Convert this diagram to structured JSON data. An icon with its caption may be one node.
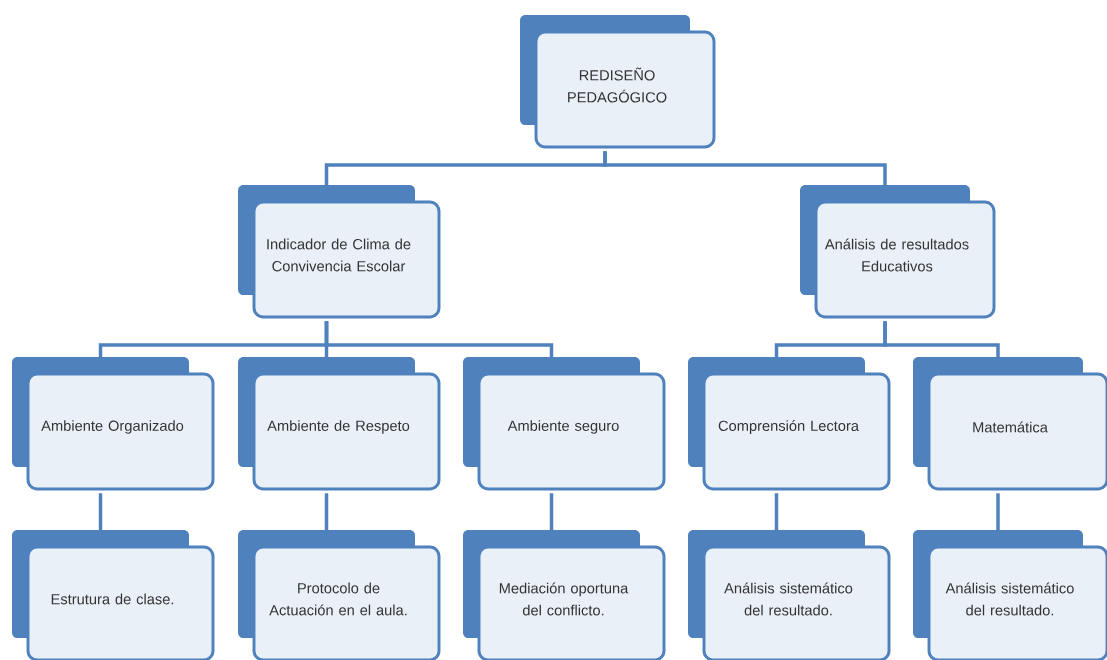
{
  "diagram": {
    "nodes": [
      {
        "text": [
          "REDISEÑO PEDAGÓGICO"
        ]
      },
      {
        "text": [
          "Indicador de Clima de Convivencia Escolar"
        ]
      },
      {
        "text": [
          "Análisis de resultados Educativos"
        ]
      },
      {
        "text": [
          "Ambiente Organizado"
        ]
      },
      {
        "text": [
          "Ambiente de Respeto"
        ]
      },
      {
        "text": [
          "Ambiente seguro"
        ]
      },
      {
        "text": [
          "Comprensión Lectora"
        ]
      },
      {
        "text": [
          "Matemática"
        ]
      },
      {
        "text": [
          "Estrutura de clase."
        ]
      },
      {
        "text": [
          "Protocolo de Actuación en el aula."
        ]
      },
      {
        "text": [
          "Mediación oportuna del conflicto."
        ]
      },
      {
        "text": [
          "Análisis sistemático del resultado."
        ]
      },
      {
        "text": [
          "Análisis sistemático del resultado."
        ]
      }
    ],
    "edges": [
      {
        "from": 0,
        "to": 1,
        "arrow": "none"
      },
      {
        "from": 0,
        "to": 2,
        "arrow": "none"
      },
      {
        "from": 1,
        "to": 3,
        "arrow": "none"
      },
      {
        "from": 1,
        "to": 4,
        "arrow": "none"
      },
      {
        "from": 1,
        "to": 5,
        "arrow": "none"
      },
      {
        "from": 2,
        "to": 6,
        "arrow": "none"
      },
      {
        "from": 2,
        "to": 7,
        "arrow": "none"
      },
      {
        "from": 3,
        "to": 8,
        "arrow": "none"
      },
      {
        "from": 4,
        "to": 9,
        "arrow": "none"
      },
      {
        "from": 5,
        "to": 10,
        "arrow": "none"
      },
      {
        "from": 6,
        "to": 11,
        "arrow": "none"
      },
      {
        "from": 7,
        "to": 12,
        "arrow": "none"
      }
    ]
  }
}
